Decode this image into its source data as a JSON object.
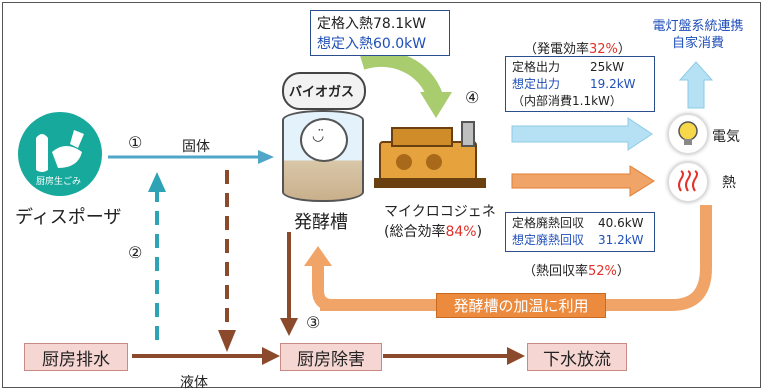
{
  "input_box": {
    "rated_input_heat": "定格入熱78.1kW",
    "assumed_input_heat": "想定入熱60.0kW"
  },
  "labels": {
    "biogas": "バイオガス",
    "step1": "①",
    "step2": "②",
    "step3": "③",
    "step4": "④",
    "solid": "固体",
    "liquid": "液体",
    "disposer": "ディスポーザ",
    "kitchen_waste": "厨房生ごみ",
    "fermenter": "発酵槽",
    "microcogen": "マイクロコジェネ",
    "overall_efficiency_prefix": "(総合効率",
    "overall_efficiency_value": "84%",
    "overall_efficiency_suffix": ")",
    "power_efficiency_prefix": "（発電効率",
    "power_efficiency_value": "32%",
    "power_efficiency_suffix": "）",
    "heat_recovery_prefix": "（熱回収率",
    "heat_recovery_value": "52%",
    "heat_recovery_suffix": "）",
    "grid_link_line1": "電灯盤系統連携",
    "grid_link_line2": "自家消費",
    "electricity": "電気",
    "heat": "熱",
    "reuse": "発酵槽の加温に利用"
  },
  "output_box": {
    "rated_output_label": "定格出力",
    "rated_output_value": "25kW",
    "assumed_output_label": "想定出力",
    "assumed_output_value": "19.2kW",
    "internal_consumption": "（内部消費1.1kW）"
  },
  "heat_box": {
    "rated_heat_label": "定格廃熱回収",
    "rated_heat_value": "40.6kW",
    "assumed_heat_label": "想定廃熱回収",
    "assumed_heat_value": "31.2kW"
  },
  "process_boxes": {
    "kitchen_drain": "厨房排水",
    "kitchen_removal": "厨房除害",
    "sewer_discharge": "下水放流"
  },
  "colors": {
    "blue_text": "#1f4fb8",
    "red_text": "#e0312b",
    "brown_arrow": "#8b4a2b",
    "orange_arrow": "#ec8a3d",
    "light_blue_arrow": "#9fd4ee",
    "green_arrow": "#a9cc6e",
    "teal_icon": "#16a99c",
    "pink_box": "#f6d6d3"
  }
}
